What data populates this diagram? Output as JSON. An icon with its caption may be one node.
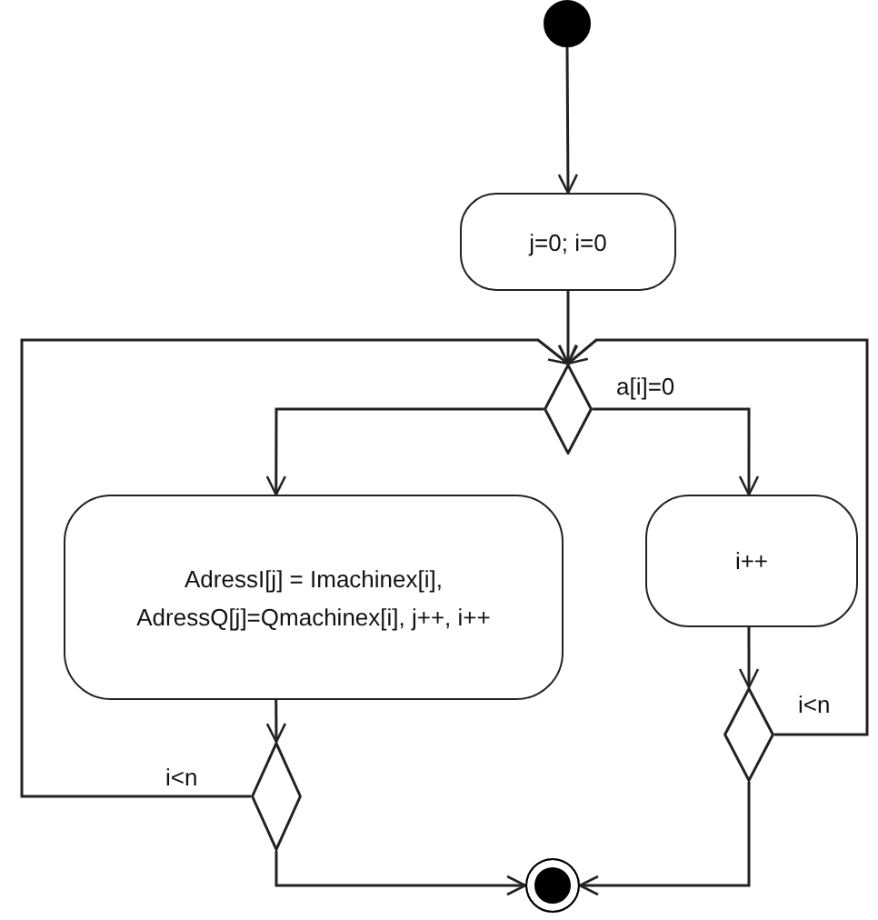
{
  "diagram": {
    "nodes": [
      {
        "text": [],
        "shape": "circle"
      },
      {
        "text": [
          "j=0; i=0"
        ]
      },
      {
        "text": [],
        "shape": "diamond"
      },
      {
        "text": [
          "AdressI[j] = Imachinex[i], AdressQ[j]=Qmachinex[i], j++, i++"
        ]
      },
      {
        "text": [
          "i++"
        ]
      },
      {
        "text": [],
        "shape": "diamond"
      },
      {
        "text": [],
        "shape": "diamond"
      },
      {
        "text": [],
        "shape": "circle"
      }
    ],
    "edges": [
      {
        "from": 0,
        "to": 1,
        "arrow": "to"
      },
      {
        "from": 1,
        "to": 2,
        "arrow": "to"
      },
      {
        "from": 2,
        "to": 3,
        "arrow": "to"
      },
      {
        "from": 2,
        "to": 4,
        "arrow": "to",
        "label": "a[i]=0"
      },
      {
        "from": 3,
        "to": 5,
        "arrow": "to"
      },
      {
        "from": 4,
        "to": 6,
        "arrow": "to"
      },
      {
        "from": 5,
        "to": 2,
        "arrow": "to",
        "label": "i<n"
      },
      {
        "from": 6,
        "to": 2,
        "arrow": "to",
        "label": "i<n"
      },
      {
        "from": 5,
        "to": 7,
        "arrow": "to"
      },
      {
        "from": 6,
        "to": 7,
        "arrow": "to"
      }
    ]
  }
}
